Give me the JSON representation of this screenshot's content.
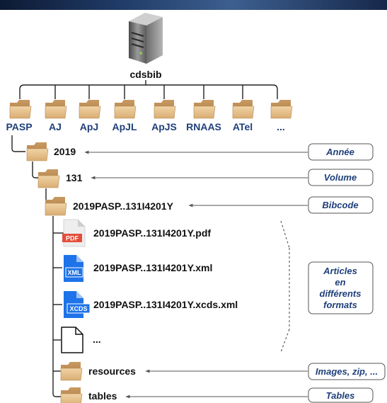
{
  "server": {
    "label": "cdsbib",
    "icon": "server-icon"
  },
  "journals": [
    "PASP",
    "AJ",
    "ApJ",
    "ApJL",
    "ApJS",
    "RNAAS",
    "ATel",
    "..."
  ],
  "tree": {
    "year": "2019",
    "volume": "131",
    "bibcode": "2019PASP..131I4201Y",
    "files": [
      {
        "name": "2019PASP..131I4201Y.pdf",
        "icon": "pdf-file-icon",
        "badge": "PDF"
      },
      {
        "name": "2019PASP..131I4201Y.xml",
        "icon": "xml-file-icon",
        "badge": "XML"
      },
      {
        "name": "2019PASP..131I4201Y.xcds.xml",
        "icon": "xcds-file-icon",
        "badge": "XCDS"
      },
      {
        "name": "...",
        "icon": "blank-file-icon"
      }
    ],
    "resources": "resources",
    "tables": "tables"
  },
  "annotations": {
    "year": "Année",
    "volume": "Volume",
    "bibcode": "Bibcode",
    "articles": [
      "Articles",
      "en",
      "différents",
      "formats"
    ],
    "resources": "Images, zip, ...",
    "tables": "Tables"
  },
  "colors": {
    "journal_label": "#1f3f7a",
    "pdf_red": "#e44d3a",
    "doc_blue": "#1e73e8",
    "folder": "#d9b07a"
  }
}
